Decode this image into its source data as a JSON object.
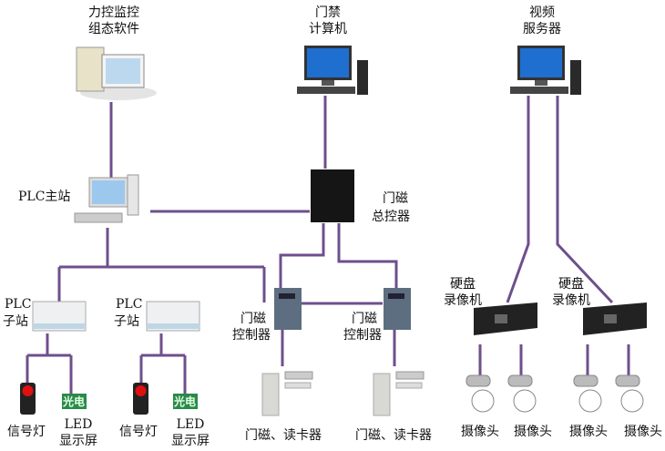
{
  "colors": {
    "line": "#6e4f8c",
    "led": "#2a8a4a",
    "signal_red": "#e01010"
  },
  "nodes": {
    "software": {
      "line1": "力控监控",
      "line2": "组态软件"
    },
    "access_pc": {
      "line1": "门禁",
      "line2": "计算机"
    },
    "video_server": {
      "line1": "视频",
      "line2": "服务器"
    },
    "plc_master": {
      "label": "PLC主站"
    },
    "door_main": {
      "line1": "门磁",
      "line2": "总控器"
    },
    "plc_sub": [
      {
        "line1": "PLC",
        "line2": "子站"
      },
      {
        "line1": "PLC",
        "line2": "子站"
      }
    ],
    "signal": [
      {
        "label": "信号灯"
      },
      {
        "label": "信号灯"
      }
    ],
    "led": [
      {
        "line1": "LED",
        "line2": "显示屏",
        "screen": "光电"
      },
      {
        "line1": "LED",
        "line2": "显示屏",
        "screen": "光电"
      }
    ],
    "door_ctrl": [
      {
        "line1": "门磁",
        "line2": "控制器"
      },
      {
        "line1": "门磁",
        "line2": "控制器"
      }
    ],
    "reader": [
      {
        "label": "门磁、读卡器"
      },
      {
        "label": "门磁、读卡器"
      }
    ],
    "dvr": [
      {
        "line1": "硬盘",
        "line2": "录像机"
      },
      {
        "line1": "硬盘",
        "line2": "录像机"
      }
    ],
    "camera": [
      {
        "label": "摄像头"
      },
      {
        "label": "摄像头"
      },
      {
        "label": "摄像头"
      },
      {
        "label": "摄像头"
      }
    ]
  }
}
